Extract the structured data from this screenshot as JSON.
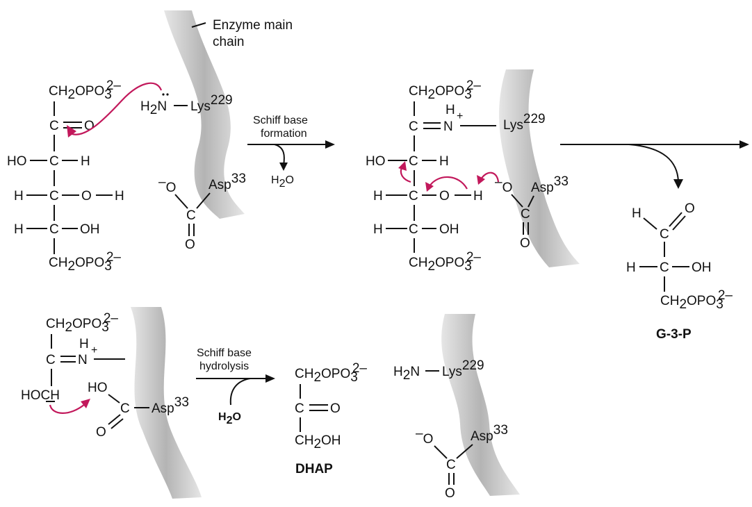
{
  "colors": {
    "curly_arrow": "#c2185b",
    "enzyme_chain": "#b8b8b8",
    "ink": "#111111"
  },
  "panel1": {
    "enzyme_label_line1": "Enzyme main",
    "enzyme_label_line2": "chain",
    "top": "CH",
    "top_sub2": "2",
    "top_mid": "OPO",
    "top_sub3": "3",
    "top_sup": "2–",
    "c2_C": "C",
    "c2_O": "O",
    "c3_left": "HO",
    "c3_C": "C",
    "c3_right": "H",
    "c4_left": "H",
    "c4_C": "C",
    "c4_O": "O",
    "c4_H": "H",
    "c5_left": "H",
    "c5_C": "C",
    "c5_right": "OH",
    "bottom": "CH",
    "bottom_sub2": "2",
    "bottom_mid": "OPO",
    "bottom_sub3": "3",
    "bottom_sup": "2–",
    "amine_H": "H",
    "amine_sub": "2",
    "amine_N": "N",
    "lys": "Lys",
    "lys_sup": "229",
    "carb_minus": "–",
    "carb_O": "O",
    "asp": "Asp",
    "asp_sup": "33",
    "carb_C": "C",
    "carb_O2": "O"
  },
  "step1": {
    "label_line1": "Schiff base",
    "label_line2": "formation",
    "water": "H",
    "water_sub": "2",
    "water_O": "O"
  },
  "panel2": {
    "top": "CH",
    "top_sub2": "2",
    "top_mid": "OPO",
    "top_sub3": "3",
    "top_sup": "2–",
    "c2_C": "C",
    "c2_N": "N",
    "n_H": "H",
    "n_plus": "+",
    "lys": "Lys",
    "lys_sup": "229",
    "c3_left": "HO",
    "c3_C": "C",
    "c3_right": "H",
    "c4_left": "H",
    "c4_C": "C",
    "c4_O": "O",
    "c4_H": "H",
    "carb_minus": "–",
    "carb_O": "O",
    "asp": "Asp",
    "asp_sup": "33",
    "carb_C": "C",
    "carb_O2": "O",
    "c5_left": "H",
    "c5_C": "C",
    "c5_right": "OH",
    "bottom": "CH",
    "bottom_sub2": "2",
    "bottom_mid": "OPO",
    "bottom_sub3": "3",
    "bottom_sup": "2–"
  },
  "g3p": {
    "ald_H": "H",
    "ald_C": "C",
    "ald_O": "O",
    "mid_H": "H",
    "mid_C": "C",
    "mid_OH": "OH",
    "bottom": "CH",
    "bottom_sub2": "2",
    "bottom_mid": "OPO",
    "bottom_sub3": "3",
    "bottom_sup": "2–",
    "name": "G-3-P"
  },
  "panel3": {
    "top": "CH",
    "top_sub2": "2",
    "top_mid": "OPO",
    "top_sub3": "3",
    "top_sup": "2–",
    "c2_C": "C",
    "c2_N": "N",
    "n_H": "H",
    "n_plus": "+",
    "c3": "HOCH",
    "acid_HO": "HO",
    "acid_C": "C",
    "acid_O": "O",
    "asp": "Asp",
    "asp_sup": "33"
  },
  "step3": {
    "label_line1": "Schiff base",
    "label_line2": "hydrolysis",
    "water": "H",
    "water_sub": "2",
    "water_O": "O"
  },
  "dhap": {
    "top": "CH",
    "top_sub2": "2",
    "top_mid": "OPO",
    "top_sub3": "3",
    "top_sup": "2–",
    "mid_C": "C",
    "mid_O": "O",
    "bottom": "CH",
    "bottom_sub2": "2",
    "bottom_mid": "OH",
    "name": "DHAP"
  },
  "panel4": {
    "amine_H": "H",
    "amine_sub": "2",
    "amine_N": "N",
    "lys": "Lys",
    "lys_sup": "229",
    "carb_minus": "–",
    "carb_O": "O",
    "asp": "Asp",
    "asp_sup": "33",
    "carb_C": "C",
    "carb_O2": "O"
  }
}
